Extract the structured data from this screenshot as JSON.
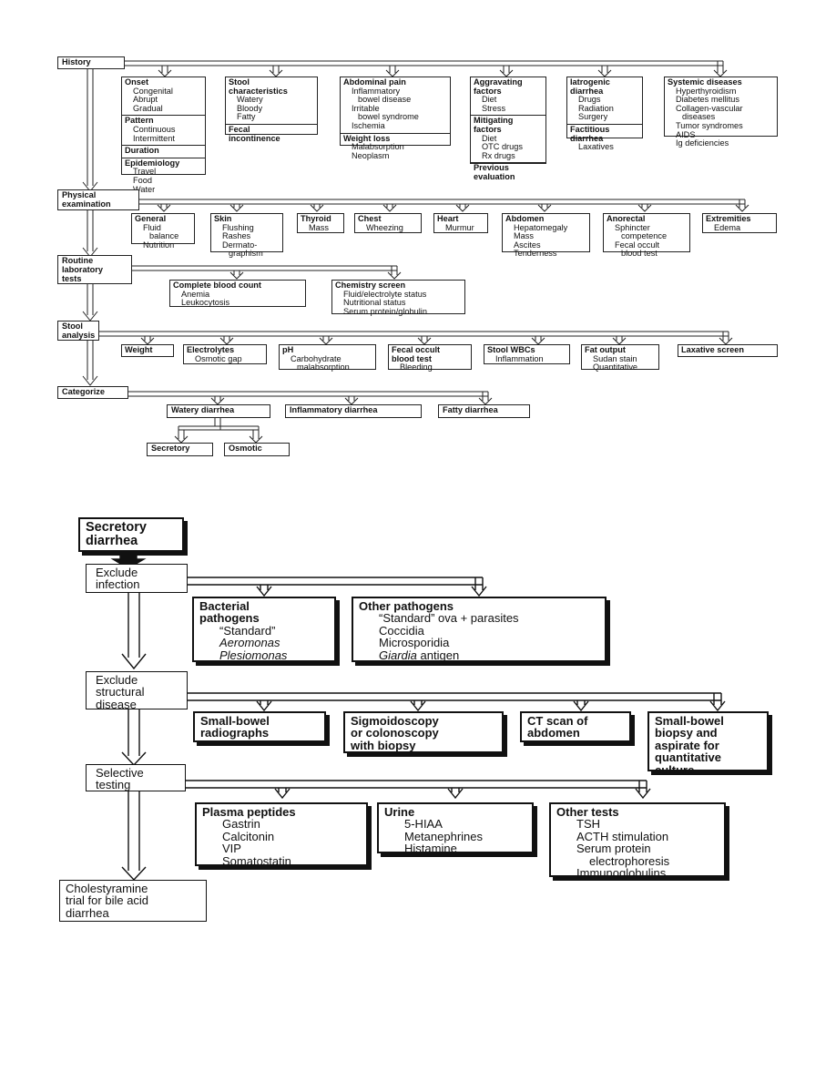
{
  "top": {
    "history": {
      "label": "History",
      "onset": {
        "title": "Onset",
        "items": [
          "Congenital",
          "Abrupt",
          "Gradual"
        ]
      },
      "pattern": {
        "title": "Pattern",
        "items": [
          "Continuous",
          "Intermittent"
        ]
      },
      "duration": {
        "title": "Duration"
      },
      "epidemiology": {
        "title": "Epidemiology",
        "items": [
          "Travel",
          "Food",
          "Water"
        ]
      },
      "stool": {
        "title1": "Stool",
        "title2": "characteristics",
        "items": [
          "Watery",
          "Bloody",
          "Fatty"
        ],
        "fecal1": "Fecal",
        "fecal2": "incontinence"
      },
      "abdominal": {
        "title": "Abdominal pain",
        "items": [
          "Inflammatory",
          "bowel disease",
          "Irritable",
          "bowel syndrome",
          "Ischemia"
        ],
        "weight_title": "Weight loss",
        "weight_items": [
          "Malabsorption",
          "Neoplasm"
        ]
      },
      "aggravating": {
        "title1": "Aggravating",
        "title2": "factors",
        "items": [
          "Diet",
          "Stress"
        ],
        "mit1": "Mitigating",
        "mit2": "factors",
        "mit_items": [
          "Diet",
          "OTC drugs",
          "Rx drugs"
        ],
        "prev1": "Previous",
        "prev2": "evaluation"
      },
      "iatrogenic": {
        "title1": "Iatrogenic",
        "title2": "diarrhea",
        "items": [
          "Drugs",
          "Radiation",
          "Surgery"
        ],
        "fact1": "Factitious",
        "fact2": "diarrhea",
        "fact_items": [
          "Laxatives"
        ]
      },
      "systemic": {
        "title": "Systemic diseases",
        "items": [
          "Hyperthyroidism",
          "Diabetes mellitus",
          "Collagen-vascular",
          "diseases",
          "Tumor syndromes",
          "AIDS",
          "Ig deficiencies"
        ]
      }
    },
    "physical": {
      "label1": "Physical",
      "label2": "examination",
      "general": {
        "title": "General",
        "items": [
          "Fluid",
          "balance",
          "Nutrition"
        ]
      },
      "skin": {
        "title": "Skin",
        "items": [
          "Flushing",
          "Rashes",
          "Dermato-",
          "graphism"
        ]
      },
      "thyroid": {
        "title": "Thyroid",
        "items": [
          "Mass"
        ]
      },
      "chest": {
        "title": "Chest",
        "items": [
          "Wheezing"
        ]
      },
      "heart": {
        "title": "Heart",
        "items": [
          "Murmur"
        ]
      },
      "abdomen": {
        "title": "Abdomen",
        "items": [
          "Hepatomegaly",
          "Mass",
          "Ascites",
          "Tenderness"
        ]
      },
      "anorectal": {
        "title": "Anorectal",
        "items": [
          "Sphincter",
          "competence",
          "Fecal occult",
          "blood test"
        ]
      },
      "extremities": {
        "title": "Extremities",
        "items": [
          "Edema"
        ]
      }
    },
    "routine": {
      "label1": "Routine",
      "label2": "laboratory",
      "label3": "tests",
      "cbc": {
        "title": "Complete blood count",
        "items": [
          "Anemia",
          "Leukocytosis"
        ]
      },
      "chem": {
        "title": "Chemistry screen",
        "items": [
          "Fluid/electrolyte status",
          "Nutritional status",
          "Serum protein/globulin"
        ]
      }
    },
    "stool_analysis": {
      "label1": "Stool",
      "label2": "analysis",
      "weight": {
        "title": "Weight"
      },
      "electrolytes": {
        "title": "Electrolytes",
        "items": [
          "Osmotic gap"
        ]
      },
      "ph": {
        "title": "pH",
        "items": [
          "Carbohydrate",
          "malabsorption"
        ]
      },
      "fobt": {
        "title1": "Fecal occult",
        "title2": "blood test",
        "items": [
          "Bleeding"
        ]
      },
      "wbc": {
        "title": "Stool WBCs",
        "items": [
          "Inflammation"
        ]
      },
      "fat": {
        "title": "Fat output",
        "items": [
          "Sudan stain",
          "Quantitative"
        ]
      },
      "laxative": {
        "title": "Laxative screen"
      }
    },
    "categorize": {
      "label": "Categorize",
      "watery": "Watery diarrhea",
      "inflammatory": "Inflammatory diarrhea",
      "fatty": "Fatty diarrhea",
      "secretory": "Secretory",
      "osmotic": "Osmotic"
    }
  },
  "bottom": {
    "secretory_title1": "Secretory",
    "secretory_title2": "diarrhea",
    "exclude_infection1": "Exclude",
    "exclude_infection2": "infection",
    "bacterial": {
      "title1": "Bacterial",
      "title2": "pathogens",
      "items": [
        "“Standard”",
        "Aeromonas",
        "Plesiomonas"
      ]
    },
    "other_pathogens": {
      "title": "Other pathogens",
      "items": [
        "“Standard” ova + parasites",
        "Coccidia",
        "Microsporidia",
        "Giardia",
        " antigen"
      ]
    },
    "exclude_structural1": "Exclude",
    "exclude_structural2": "structural",
    "exclude_structural3": "disease",
    "sb_radio1": "Small-bowel",
    "sb_radio2": "radiographs",
    "sigmo1": "Sigmoidoscopy",
    "sigmo2": "or colonoscopy",
    "sigmo3": "with biopsy",
    "ct1": "CT scan of",
    "ct2": "abdomen",
    "sb_biopsy1": "Small-bowel",
    "sb_biopsy2": "biopsy and",
    "sb_biopsy3": "aspirate for",
    "sb_biopsy4": "quantitative",
    "sb_biopsy5": "culture",
    "selective1": "Selective",
    "selective2": "testing",
    "plasma": {
      "title": "Plasma peptides",
      "items": [
        "Gastrin",
        "Calcitonin",
        "VIP",
        "Somatostatin"
      ]
    },
    "urine": {
      "title": "Urine",
      "items": [
        "5-HIAA",
        "Metanephrines",
        "Histamine"
      ]
    },
    "other_tests": {
      "title": "Other tests",
      "items": [
        "TSH",
        "ACTH stimulation",
        "Serum protein",
        "electrophoresis",
        "Immunoglobulins"
      ]
    },
    "cholestyramine1": "Cholestyramine",
    "cholestyramine2": "trial for bile acid",
    "cholestyramine3": "diarrhea"
  }
}
